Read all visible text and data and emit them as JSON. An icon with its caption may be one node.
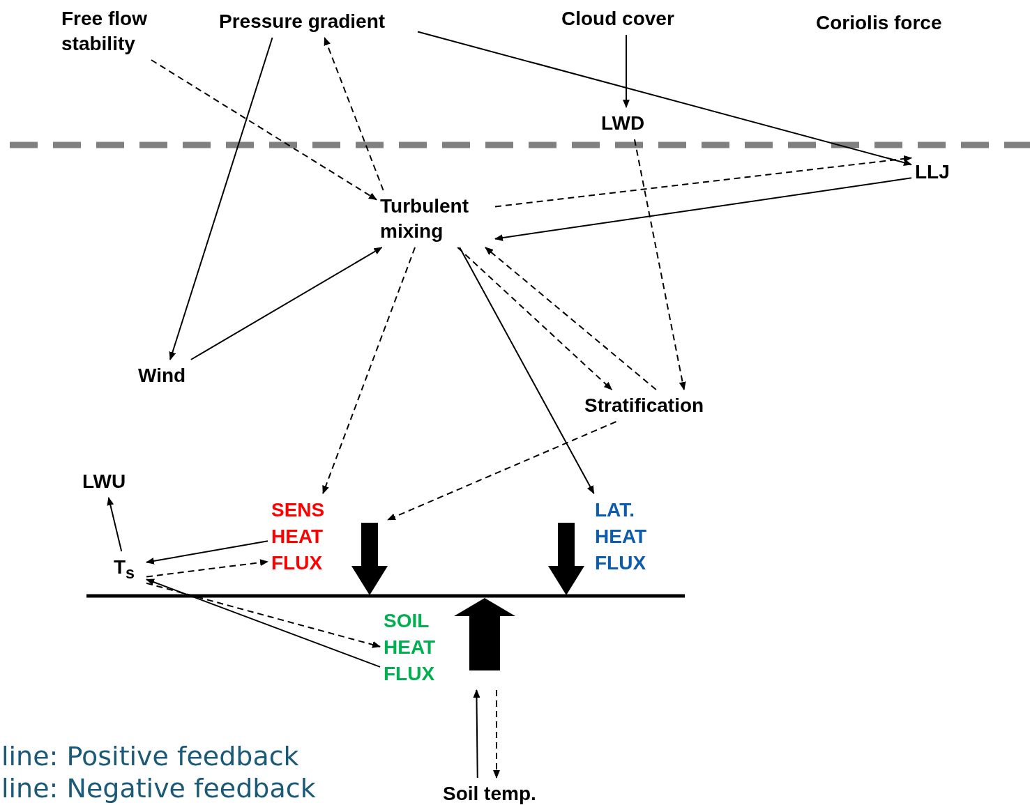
{
  "diagram": {
    "nodes": [
      {
        "text": [
          "Free flow stability"
        ]
      },
      {
        "text": [
          "Pressure gradient"
        ]
      },
      {
        "text": [
          "Cloud cover"
        ]
      },
      {
        "text": [
          "Coriolis force"
        ]
      },
      {
        "text": [
          "LWD"
        ]
      },
      {
        "text": [
          "LLJ"
        ]
      },
      {
        "text": [
          "Turbulent mixing"
        ]
      },
      {
        "text": [
          "Wind"
        ]
      },
      {
        "text": [
          "Stratification"
        ]
      },
      {
        "text": [
          "LWU"
        ]
      },
      {
        "text": [
          "SENS HEAT FLUX"
        ]
      },
      {
        "text": [
          "LAT. HEAT FLUX"
        ]
      },
      {
        "text": [
          "T$_{s}$"
        ]
      },
      {
        "text": [
          "SOIL HEAT FLUX"
        ]
      },
      {
        "text": [
          "Soil temp."
        ]
      }
    ],
    "edges": [
      {
        "from": 0,
        "to": 6,
        "arrow": "to",
        "style": "dashed"
      },
      {
        "from": 1,
        "to": 7,
        "arrow": "to"
      },
      {
        "from": 6,
        "to": 1,
        "arrow": "to",
        "style": "dashed"
      },
      {
        "from": 2,
        "to": 4,
        "arrow": "to"
      },
      {
        "from": 1,
        "to": 5,
        "arrow": "to"
      },
      {
        "from": 6,
        "to": 5,
        "arrow": "to",
        "style": "dashed"
      },
      {
        "from": 5,
        "to": 6,
        "arrow": "to"
      },
      {
        "from": 7,
        "to": 6,
        "arrow": "to"
      },
      {
        "from": 4,
        "to": 8,
        "arrow": "to",
        "style": "dashed"
      },
      {
        "from": 6,
        "to": 8,
        "arrow": "to",
        "style": "dashed"
      },
      {
        "from": 8,
        "to": 6,
        "arrow": "to",
        "style": "dashed"
      },
      {
        "from": 6,
        "to": 10,
        "arrow": "to",
        "style": "dashed"
      },
      {
        "from": 6,
        "to": 11,
        "arrow": "to"
      },
      {
        "from": 8,
        "to": 10,
        "arrow": "to",
        "style": "dashed"
      },
      {
        "from": 12,
        "to": 9,
        "arrow": "to"
      },
      {
        "from": 10,
        "to": 12,
        "arrow": "to"
      },
      {
        "from": 12,
        "to": 10,
        "arrow": "to",
        "style": "dashed"
      },
      {
        "from": 13,
        "to": 12,
        "arrow": "to"
      },
      {
        "from": 12,
        "to": 13,
        "arrow": "to",
        "style": "dashed"
      },
      {
        "from": 14,
        "to": 13,
        "arrow": "to"
      },
      {
        "from": 13,
        "to": 14,
        "arrow": "to",
        "style": "dashed"
      }
    ],
    "labels": [
      "line: Positive feedback",
      "line: Negative feedback"
    ]
  }
}
